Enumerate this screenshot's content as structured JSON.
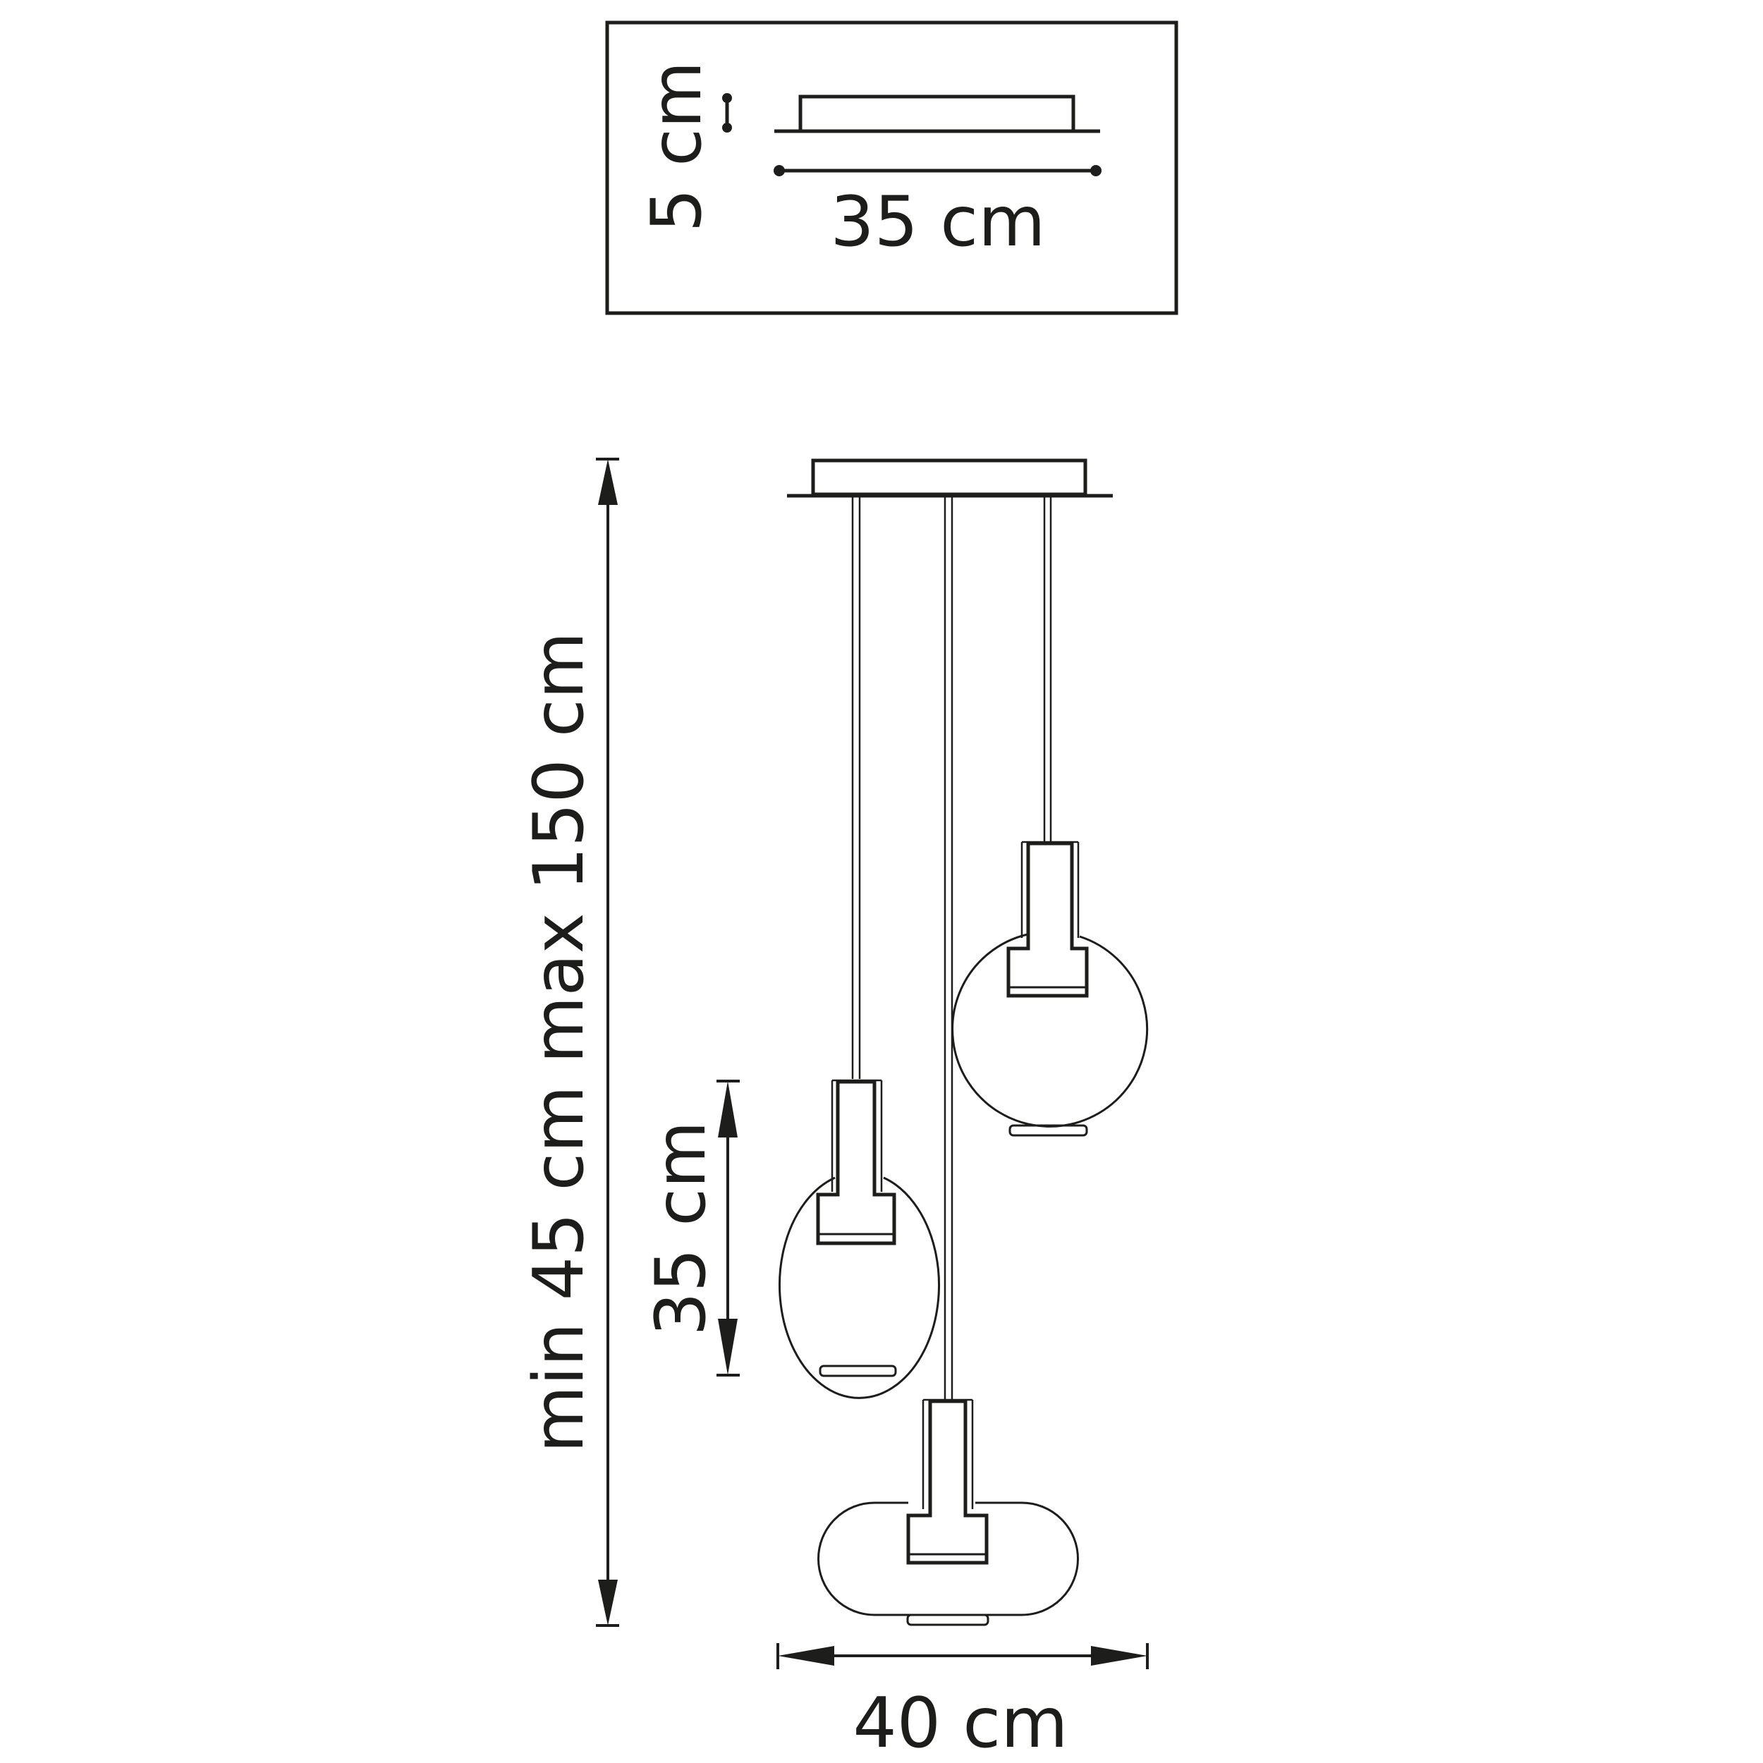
{
  "inset": {
    "height_label": "5 cm",
    "width_label": "35 cm"
  },
  "main": {
    "drop_label": "min 45 cm max 150 cm",
    "shade_height_label": "35 cm",
    "total_width_label": "40 cm"
  },
  "colors": {
    "line": "#1d1d1b",
    "background": "#ffffff"
  }
}
